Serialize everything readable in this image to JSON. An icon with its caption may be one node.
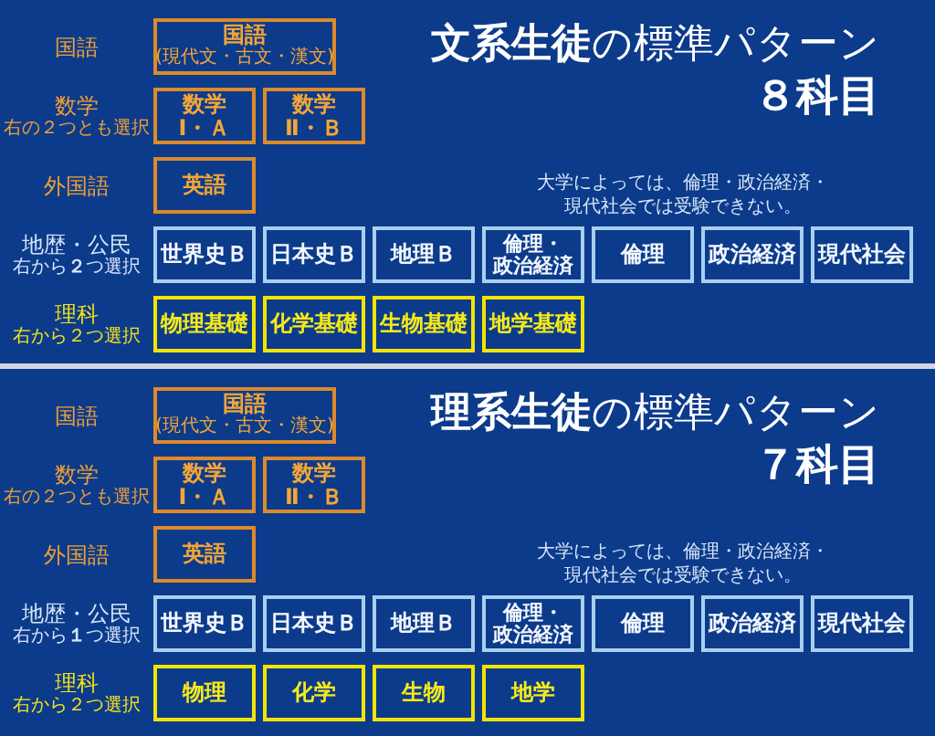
{
  "diagram": {
    "nodes": [
      {
        "text": [
          "**文系生徒**の標準パターン",
          "８科目"
        ]
      },
      {
        "text": [
          "国語",
          "(現代文・古文・漢文)"
        ],
        "in": 0
      },
      {
        "text": [
          "数学",
          "Ⅰ・Ａ"
        ],
        "in": 0
      },
      {
        "text": [
          "数学",
          "Ⅱ・Ｂ"
        ],
        "in": 0
      },
      {
        "text": [
          "英語"
        ],
        "in": 0
      },
      {
        "text": [
          "世界史Ｂ"
        ],
        "in": 0
      },
      {
        "text": [
          "日本史Ｂ"
        ],
        "in": 0
      },
      {
        "text": [
          "地理Ｂ"
        ],
        "in": 0
      },
      {
        "text": [
          "倫理・政治経済"
        ],
        "in": 0
      },
      {
        "text": [
          "倫理"
        ],
        "in": 0
      },
      {
        "text": [
          "政治経済"
        ],
        "in": 0
      },
      {
        "text": [
          "現代社会"
        ],
        "in": 0
      },
      {
        "text": [
          "物理基礎"
        ],
        "in": 0
      },
      {
        "text": [
          "化学基礎"
        ],
        "in": 0
      },
      {
        "text": [
          "生物基礎"
        ],
        "in": 0
      },
      {
        "text": [
          "地学基礎"
        ],
        "in": 0
      },
      {
        "text": [
          "**理系生徒**の標準パターン",
          "７科目"
        ]
      },
      {
        "text": [
          "国語",
          "(現代文・古文・漢文)"
        ],
        "in": 16
      },
      {
        "text": [
          "数学",
          "Ⅰ・Ａ"
        ],
        "in": 16
      },
      {
        "text": [
          "数学",
          "Ⅱ・Ｂ"
        ],
        "in": 16
      },
      {
        "text": [
          "英語"
        ],
        "in": 16
      },
      {
        "text": [
          "世界史Ｂ"
        ],
        "in": 16
      },
      {
        "text": [
          "日本史Ｂ"
        ],
        "in": 16
      },
      {
        "text": [
          "地理Ｂ"
        ],
        "in": 16
      },
      {
        "text": [
          "倫理・政治経済"
        ],
        "in": 16
      },
      {
        "text": [
          "倫理"
        ],
        "in": 16
      },
      {
        "text": [
          "政治経済"
        ],
        "in": 16
      },
      {
        "text": [
          "現代社会"
        ],
        "in": 16
      },
      {
        "text": [
          "物理"
        ],
        "in": 16
      },
      {
        "text": [
          "化学"
        ],
        "in": 16
      },
      {
        "text": [
          "生物"
        ],
        "in": 16
      },
      {
        "text": [
          "地学"
        ],
        "in": 16
      }
    ],
    "edges": [],
    "labels": [
      "国語",
      "数学",
      "右の２つとも選択",
      "外国語",
      "地歴・公民",
      "右から**２**つ選択",
      "理科",
      "右から２つ選択",
      "大学によっては、倫理・政治経済・現代社会では受験できない。",
      "国語",
      "数学",
      "右の２つとも選択",
      "外国語",
      "地歴・公民",
      "右から**１**つ選択",
      "理科",
      "右から２つ選択",
      "大学によっては、倫理・政治経済・現代社会では受験できない。"
    ]
  }
}
